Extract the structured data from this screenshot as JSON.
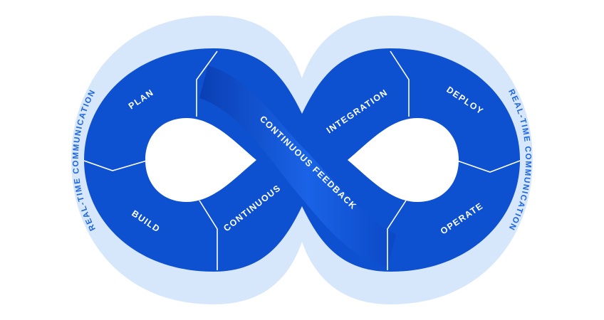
{
  "diagram": {
    "outer_ring_left_label": "REAL-TIME COMMUNICATION",
    "outer_ring_right_label": "REAL-TIME COMMUNICATION",
    "stages": {
      "plan": "PLAN",
      "build": "BUILD",
      "continuous": "CONTINUOUS",
      "continuous_feedback": "CONTINUOUS FEEDBACK",
      "integration": "INTEGRATION",
      "deploy": "DEPLOY",
      "operate": "OPERATE"
    },
    "colors": {
      "outer_ring": "#d6e6fb",
      "loop_main": "#0d50d0",
      "loop_band_dark": "#0a3fb4",
      "loop_band_light": "#1d6cf0",
      "separator": "#ffffff",
      "ring_text": "#1e66e0",
      "label_text": "#ffffff"
    }
  }
}
